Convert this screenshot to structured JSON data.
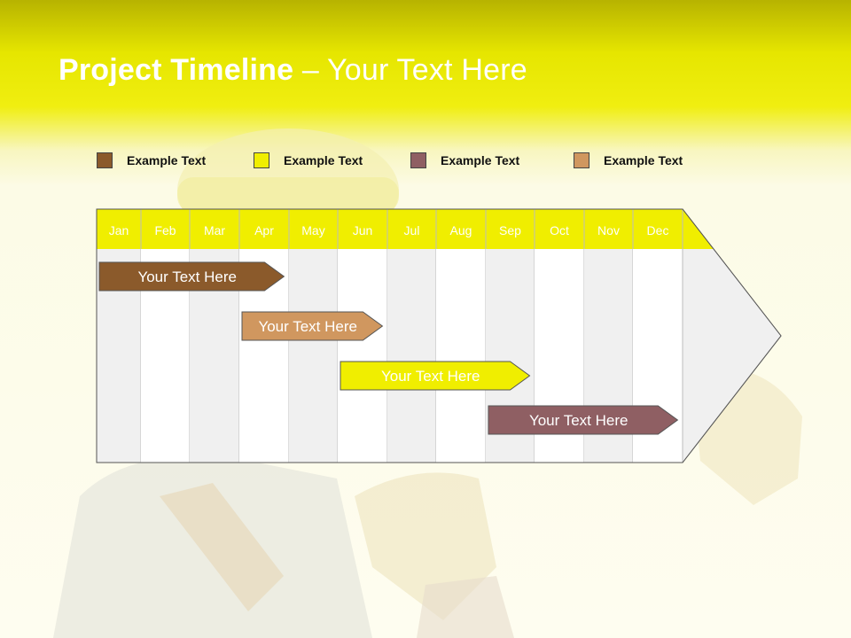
{
  "title": {
    "bold": "Project Timeline",
    "rest": " – Your Text Here"
  },
  "legend": [
    {
      "label": "Example Text",
      "color": "#8b5a2b"
    },
    {
      "label": "Example Text",
      "color": "#f0ee00"
    },
    {
      "label": "Example Text",
      "color": "#8f5f63"
    },
    {
      "label": "Example Text",
      "color": "#d0975f"
    }
  ],
  "months": [
    "Jan",
    "Feb",
    "Mar",
    "Apr",
    "May",
    "Jun",
    "Jul",
    "Aug",
    "Sep",
    "Oct",
    "Nov",
    "Dec"
  ],
  "tasks": [
    {
      "label": "Your  Text Here",
      "start_month": "Jan",
      "end_month": "Apr",
      "color": "#8b5a2b",
      "text_color": "#ffffff"
    },
    {
      "label": "Your  Text Here",
      "start_month": "Apr",
      "end_month": "Jun",
      "color": "#d0975f",
      "text_color": "#ffffff"
    },
    {
      "label": "Your  Text Here",
      "start_month": "Jun",
      "end_month": "Sep",
      "color": "#f0ee00",
      "text_color": "#ffffff"
    },
    {
      "label": "Your  Text Here",
      "start_month": "Sep",
      "end_month": "Dec",
      "color": "#8f5f63",
      "text_color": "#ffffff"
    }
  ],
  "colors": {
    "header_band": "#f0ee00",
    "accent": "#e6e600"
  }
}
